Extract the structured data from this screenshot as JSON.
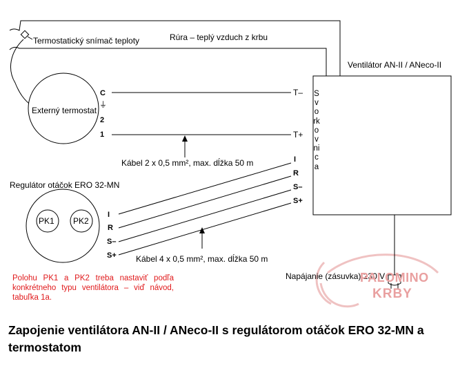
{
  "labels": {
    "sensor": "Termostatický snímač teploty",
    "pipe": "Rúra – teplý vzduch z krbu",
    "fan_unit": "Ventilátor AN-II / ANeco-II",
    "ext_thermostat": "Externý termostat",
    "terminal_block": "Svorkovnica",
    "cable2": "Kábel 2 x 0,5 mm², max. dĺžka 50 m",
    "cable4": "Kábel 4 x 0,5 mm², max. dĺžka 50 m",
    "regulator": "Regulátor otáčok ERO 32-MN",
    "pk1": "PK1",
    "pk2": "PK2",
    "power": "Napájanie (zásuvka) 230 V",
    "note": "Polohu PK1 a PK2 treba nastaviť podľa konkrétneho typu ventilátora – viď návod, tabuľka 1a."
  },
  "thermostat_pins": {
    "c": "C",
    "ground": "⏚",
    "two": "2",
    "one": "1"
  },
  "fan_terminals": {
    "t_minus": "T–",
    "t_plus": "T+",
    "i": "I",
    "r": "R",
    "s_minus": "S–",
    "s_plus": "S+"
  },
  "regulator_pins": {
    "i": "I",
    "r": "R",
    "s_minus": "S–",
    "s_plus": "S+"
  },
  "watermark": {
    "line1": "PALOMINO",
    "line2": "KRBY",
    "color": "#e9a0a0"
  },
  "caption": "Zapojenie ventilátora AN-II / ANeco-II s regulátorom otáčok ERO 32-MN a termostatom",
  "colors": {
    "note": "#e0191b",
    "lines": "#000000"
  }
}
